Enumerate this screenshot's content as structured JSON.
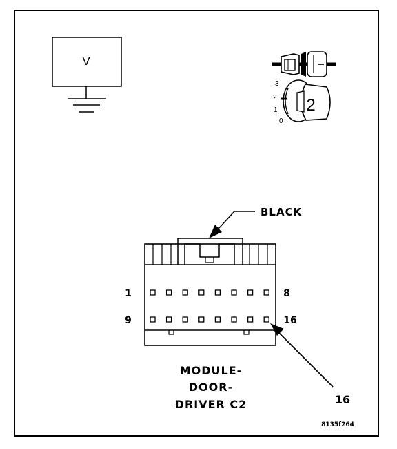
{
  "meter": {
    "symbol": "V"
  },
  "switch_icon": {
    "positions": [
      "3",
      "2",
      "1",
      "0"
    ],
    "setting": "2"
  },
  "connector": {
    "color_callout": "BLACK",
    "pin_row1_first": "1",
    "pin_row1_last": "8",
    "pin_row2_first": "9",
    "pin_row2_last": "16",
    "pin_callout": "16",
    "name_lines": [
      "MODULE-",
      "DOOR-",
      "DRIVER C2"
    ]
  },
  "figure_id": "8135f264",
  "colors": {
    "ink": "#000000",
    "background": "#ffffff"
  }
}
